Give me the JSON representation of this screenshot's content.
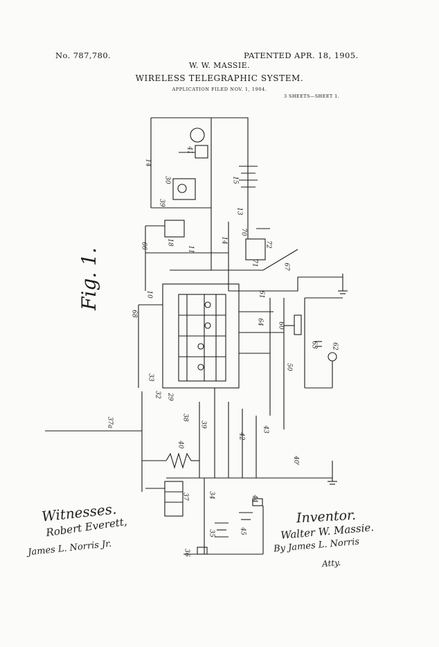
{
  "header": {
    "patent_number": "No. 787,780.",
    "patent_date": "PATENTED APR. 18, 1905.",
    "inventor": "W. W. MASSIE.",
    "title": "WIRELESS TELEGRAPHIC SYSTEM.",
    "application": "APPLICATION FILED NOV. 1, 1904.",
    "sheet": "3 SHEETS—SHEET 1."
  },
  "figure": {
    "label": "Fig. 1.",
    "reference_numerals": [
      "14",
      "41",
      "30",
      "15",
      "39",
      "13",
      "66",
      "18",
      "11",
      "14",
      "70",
      "71",
      "72",
      "67",
      "68",
      "10",
      "61",
      "60",
      "64",
      "62",
      "63",
      "50",
      "32",
      "29",
      "33",
      "38",
      "39",
      "42",
      "43",
      "37",
      "37a",
      "40",
      "34",
      "35",
      "44",
      "45",
      "36",
      "40'"
    ]
  },
  "signatures": {
    "witnesses_label": "Witnesses.",
    "witness_1": "Robert Everett,",
    "witness_2": "James L. Norris Jr.",
    "inventor_label": "Inventor.",
    "inventor_signature": "Walter W. Massie.",
    "attorney": "By James L. Norris",
    "attorney_abbr": "Atty."
  }
}
